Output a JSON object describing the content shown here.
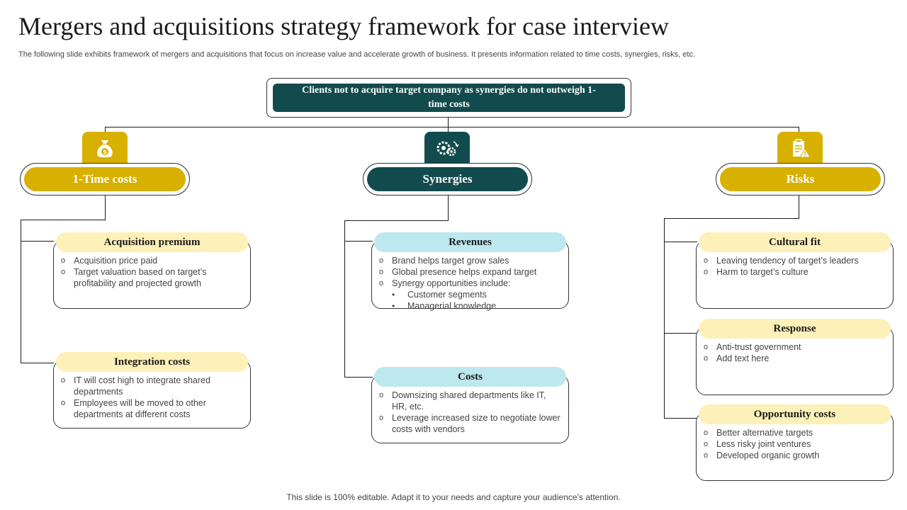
{
  "title": "Mergers and acquisitions strategy framework for case interview",
  "subtitle": "The following slide exhibits framework of mergers and acquisitions that focus on increase value and accelerate growth of business. It presents information related to time costs, synergies, risks, etc.",
  "top_box": "Clients not to acquire target company as synergies do not outweigh 1-time costs",
  "footer": "This slide is 100% editable. Adapt it to your needs and capture your audience’s attention.",
  "colors": {
    "teal": "#124b4d",
    "gold": "#d8b000",
    "cream": "#fdf0b8",
    "light_blue": "#bde8ef"
  },
  "columns": {
    "time_costs": {
      "label": "1-Time costs",
      "icon": "money-bag-icon",
      "cards": [
        {
          "title": "Acquisition premium",
          "items": [
            "Acquisition price paid",
            "Target valuation based on target’s profitability and projected growth"
          ]
        },
        {
          "title": "Integration costs",
          "items": [
            "IT will cost high to integrate shared departments",
            "Employees will be moved to other departments at different costs"
          ]
        }
      ]
    },
    "synergies": {
      "label": "Synergies",
      "icon": "gears-icon",
      "cards": [
        {
          "title": "Revenues",
          "items": [
            "Brand helps target grow sales",
            "Global presence helps expand target",
            "Synergy opportunities include:"
          ],
          "sub_items": [
            "Customer segments",
            "Managerial knowledge"
          ]
        },
        {
          "title": "Costs",
          "items": [
            "Downsizing shared departments like IT, HR, etc.",
            "Leverage increased size to negotiate lower costs with vendors"
          ]
        }
      ]
    },
    "risks": {
      "label": "Risks",
      "icon": "clipboard-warning-icon",
      "cards": [
        {
          "title": "Cultural fit",
          "items": [
            "Leaving tendency of target’s leaders",
            "Harm to target’s culture"
          ]
        },
        {
          "title": "Response",
          "items": [
            "Anti-trust government",
            "Add text here"
          ]
        },
        {
          "title": "Opportunity costs",
          "items": [
            "Better alternative targets",
            "Less risky joint ventures",
            "Developed organic growth"
          ]
        }
      ]
    }
  }
}
